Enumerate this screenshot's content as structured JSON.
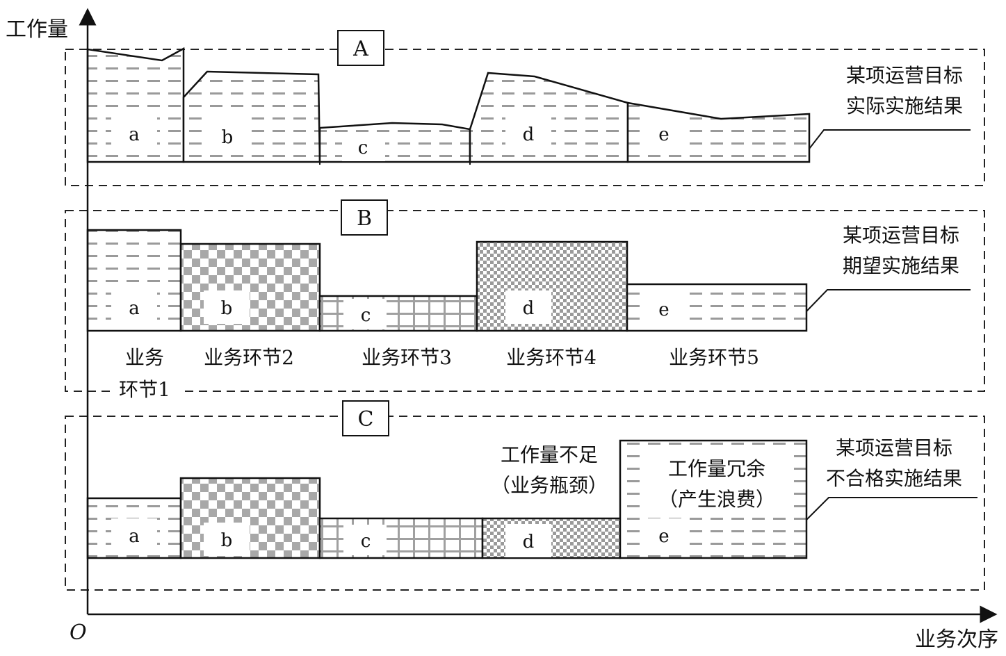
{
  "axes": {
    "y_label": "工作量",
    "x_label": "业务次序",
    "origin": "O"
  },
  "panels": {
    "A": {
      "tag": "A",
      "caption_line1": "某项运营目标",
      "caption_line2": "实际实施结果",
      "segments": [
        "a",
        "b",
        "c",
        "d",
        "e"
      ]
    },
    "B": {
      "tag": "B",
      "caption_line1": "某项运营目标",
      "caption_line2": "期望实施结果",
      "segments": [
        "a",
        "b",
        "c",
        "d",
        "e"
      ],
      "stage_labels": {
        "s1_line1": "业务",
        "s1_line2": "环节1",
        "s2": "业务环节2",
        "s3": "业务环节3",
        "s4": "业务环节4",
        "s5": "业务环节5"
      }
    },
    "C": {
      "tag": "C",
      "caption_line1": "某项运营目标",
      "caption_line2": "不合格实施结果",
      "segments": [
        "a",
        "b",
        "c",
        "d",
        "e"
      ],
      "note_shortage_line1": "工作量不足",
      "note_shortage_line2": "（业务瓶颈）",
      "note_redundancy_line1": "工作量冗余",
      "note_redundancy_line2": "（产生浪费）"
    }
  },
  "patterns": {
    "dash": "dashed-lines",
    "checker": "checkerboard",
    "grid": "grid-lines",
    "finecheck": "fine-checkerboard"
  }
}
